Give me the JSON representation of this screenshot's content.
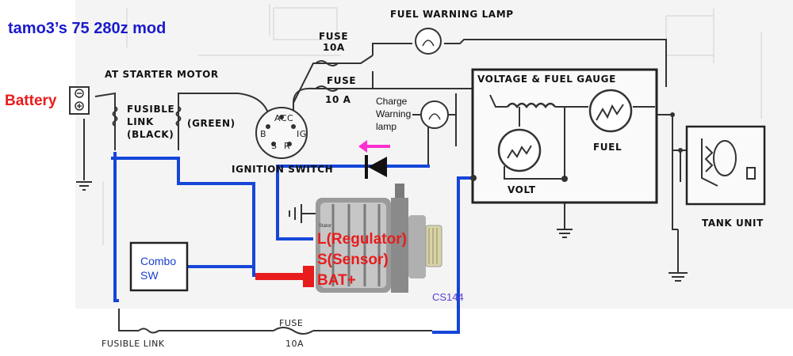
{
  "title": "tamo3’s 75 280z mod",
  "labels": {
    "battery": "Battery",
    "at_starter_motor": "AT STARTER MOTOR",
    "fusible_link_1": "FUSIBLE",
    "fusible_link_2": "LINK",
    "fusible_link_3": "(BLACK)",
    "green": "(GREEN)",
    "ignition_switch": "IGNITION SWITCH",
    "acc": "ACC",
    "ig": "IG",
    "b": "B",
    "s": "S",
    "r": "R",
    "fuse_top": "FUSE",
    "fuse_top_rating": "10A",
    "fuse_mid": "FUSE",
    "fuse_mid_rating": "10 A",
    "fuel_warning_lamp": "FUEL WARNING LAMP",
    "charge_lamp_1": "Charge",
    "charge_lamp_2": "Warning",
    "charge_lamp_3": "lamp",
    "gauge_title": "VOLTAGE & FUEL GAUGE",
    "volt": "VOLT",
    "fuel": "FUEL",
    "tank_unit": "TANK UNIT",
    "combo_sw_1": "Combo",
    "combo_sw_2": "SW",
    "alt_l": "L(Regulator)",
    "alt_s": "S(Sensor)",
    "alt_bat": "BAT+",
    "cs144": "CS144",
    "fusible_link_bottom": "FUSIBLE LINK",
    "fuse_bottom": "FUSE",
    "fuse_bottom_rating": "10A",
    "stator": "Stator"
  },
  "colors": {
    "title": "#1a1acc",
    "battery": "#e81c1c",
    "alt_text": "#e81c1c",
    "blue_wire": "#1546d8",
    "red_wire": "#e81c1c",
    "arrow": "#ff2fd0",
    "combo": "#1a3fd0",
    "cs144": "#5a3fd0"
  }
}
